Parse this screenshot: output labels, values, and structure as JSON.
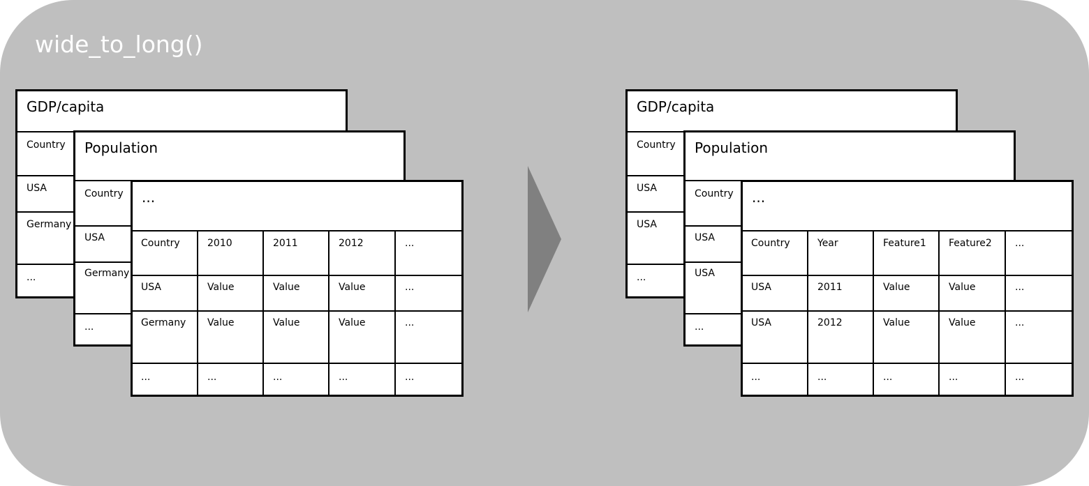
{
  "title": "wide_to_long()",
  "left": {
    "gdp": {
      "title": "GDP/capita",
      "rows": [
        "Country",
        "USA",
        "Germany",
        "..."
      ]
    },
    "population": {
      "title": "Population",
      "rows": [
        "Country",
        "USA",
        "Germany",
        "..."
      ]
    },
    "main": {
      "title": "...",
      "header": [
        "Country",
        "2010",
        "2011",
        "2012",
        "..."
      ],
      "rows": [
        [
          "USA",
          "Value",
          "Value",
          "Value",
          "..."
        ],
        [
          "Germany",
          "Value",
          "Value",
          "Value",
          "..."
        ],
        [
          "...",
          "...",
          "...",
          "...",
          "..."
        ]
      ]
    }
  },
  "right": {
    "gdp": {
      "title": "GDP/capita",
      "rows": [
        "Country",
        "USA",
        "USA",
        "..."
      ]
    },
    "population": {
      "title": "Population",
      "rows": [
        "Country",
        "USA",
        "USA",
        "..."
      ]
    },
    "main": {
      "title": "...",
      "header": [
        "Country",
        "Year",
        "Feature1",
        "Feature2",
        "..."
      ],
      "rows": [
        [
          "USA",
          "2011",
          "Value",
          "Value",
          "..."
        ],
        [
          "USA",
          "2012",
          "Value",
          "Value",
          "..."
        ],
        [
          "...",
          "...",
          "...",
          "...",
          "..."
        ]
      ]
    }
  }
}
